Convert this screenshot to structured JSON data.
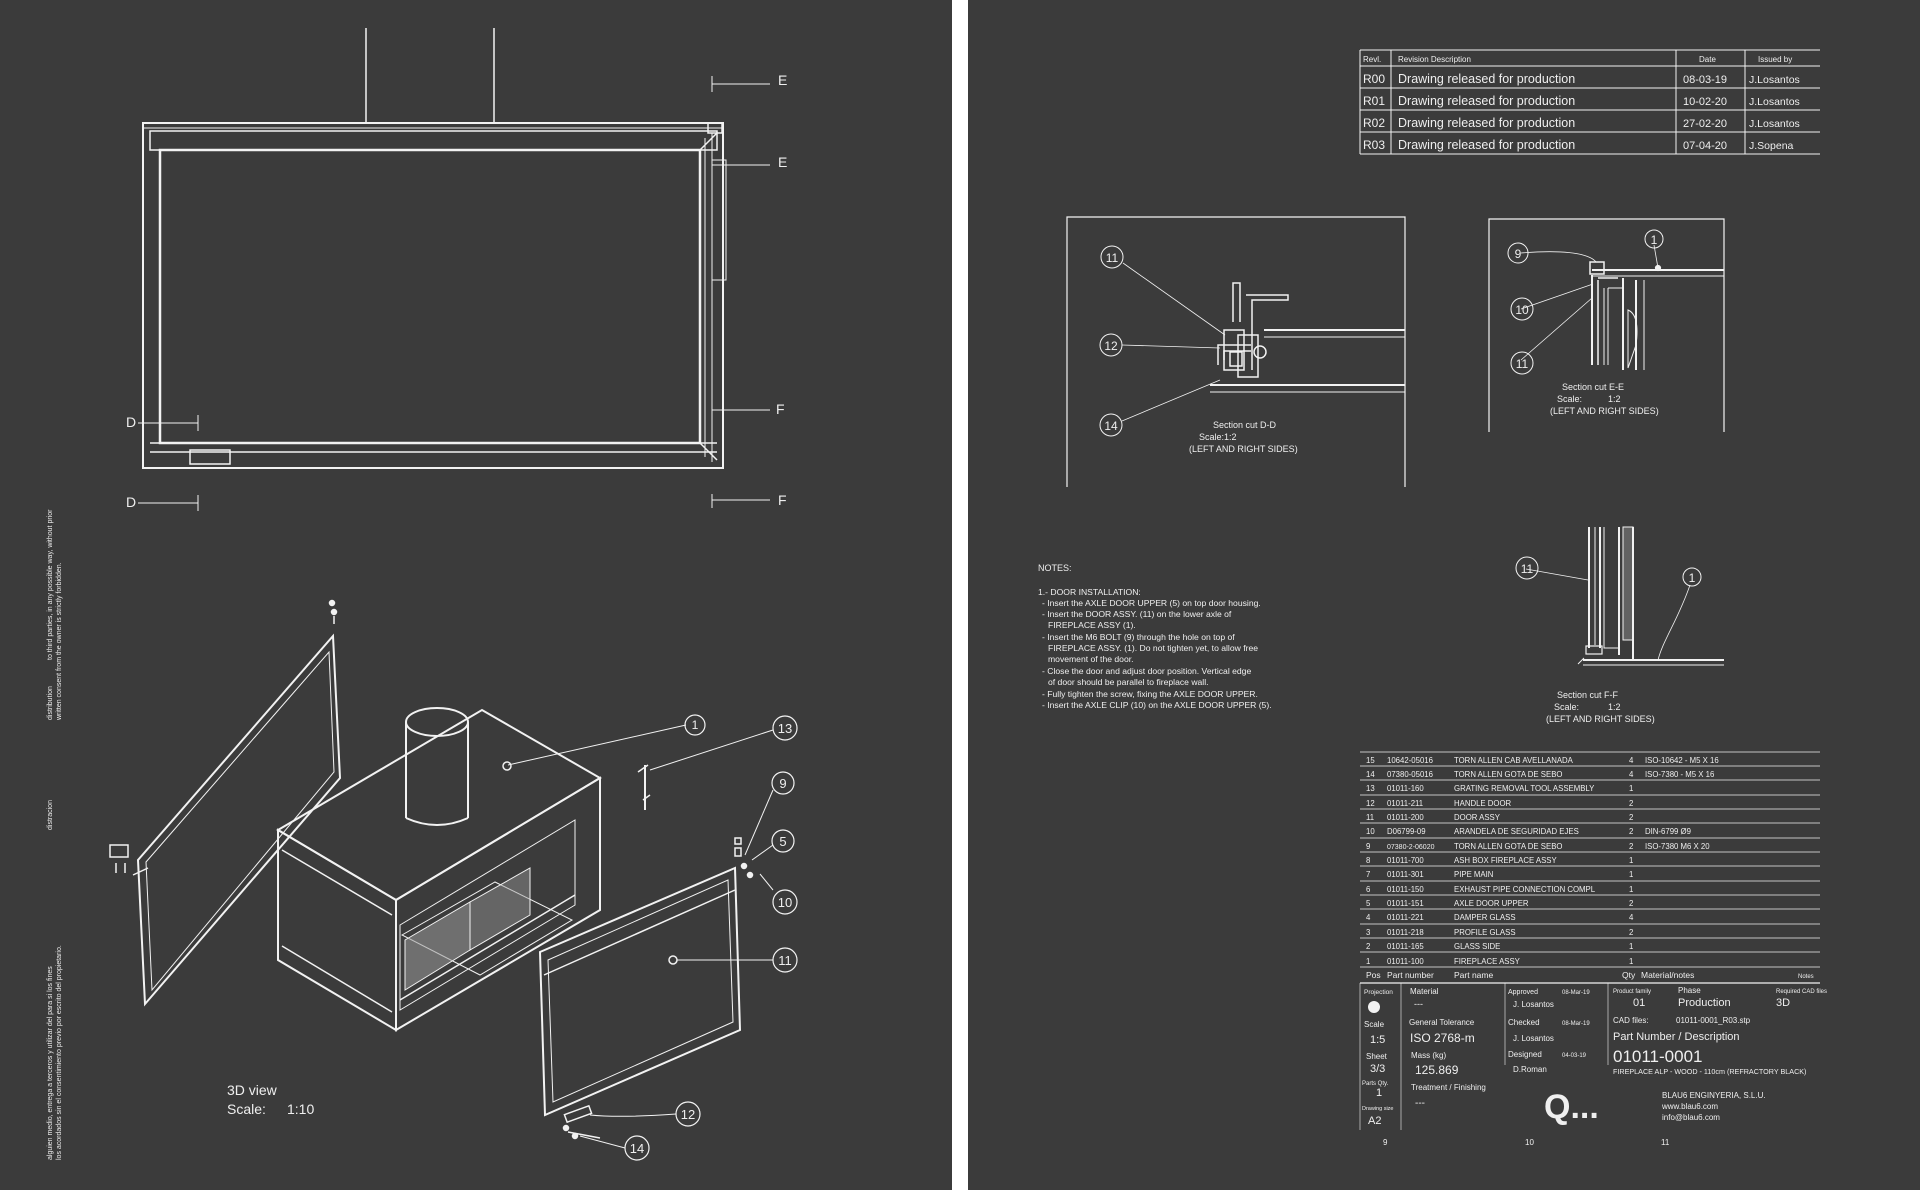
{
  "left_sheet": {
    "view_3d": {
      "label": "3D view",
      "scale_label": "Scale:",
      "scale": "1:10"
    },
    "section_markers": [
      "E",
      "E",
      "F",
      "F",
      "D",
      "D"
    ],
    "callouts": [
      "1",
      "13",
      "9",
      "5",
      "10",
      "11",
      "12",
      "14"
    ],
    "margin_notes": [
      "distribution",
      "to third parties, in any possible way, without prior",
      "written consent from the owner is strictly forbidden.",
      "distracion",
      "alguien medio, entrega a terceros y utilizar del para si los fines",
      "los acordados sin el consentimiento previo por escrito del propietario."
    ]
  },
  "revision_table": {
    "headers": [
      "Revl.",
      "Revision Description",
      "Date",
      "Issued by"
    ],
    "rows": [
      [
        "R00",
        "Drawing released for production",
        "08-03-19",
        "J.Losantos"
      ],
      [
        "R01",
        "Drawing released for production",
        "10-02-20",
        "J.Losantos"
      ],
      [
        "R02",
        "Drawing released for production",
        "27-02-20",
        "J.Losantos"
      ],
      [
        "R03",
        "Drawing released for production",
        "07-04-20",
        "J.Sopena"
      ]
    ]
  },
  "sections": {
    "dd": {
      "title": "Section cut D-D",
      "scale_label": "Scale:",
      "scale": "1:2",
      "note": "(LEFT AND RIGHT SIDES)",
      "callouts": [
        "11",
        "12",
        "14"
      ]
    },
    "ee": {
      "title": "Section cut E-E",
      "scale_label": "Scale:",
      "scale": "1:2",
      "note": "(LEFT AND RIGHT SIDES)",
      "callouts": [
        "9",
        "1",
        "10",
        "11"
      ]
    },
    "ff": {
      "title": "Section cut F-F",
      "scale_label": "Scale:",
      "scale": "1:2",
      "note": "(LEFT AND RIGHT SIDES)",
      "callouts": [
        "11",
        "1"
      ]
    }
  },
  "notes": {
    "title": "NOTES:",
    "lines": [
      "1.- DOOR INSTALLATION:",
      " - Insert the AXLE DOOR UPPER (5) on top door housing.",
      " - Insert the DOOR ASSY. (11) on the lower axle of",
      "   FIREPLACE ASSY (1).",
      " - Insert the M6 BOLT (9) through the hole on top of",
      "   FIREPLACE ASSY. (1). Do not tighten yet, to allow free",
      "   movement of the door.",
      " - Close the door and adjust door position. Vertical edge",
      "   of door should be parallel to fireplace wall.",
      " - Fully tighten the screw, fixing the AXLE DOOR UPPER.",
      " - Insert the AXLE CLIP (10) on the AXLE DOOR UPPER (5)."
    ]
  },
  "bom": {
    "rows": [
      [
        "15",
        "10642-05016",
        "TORN ALLEN CAB AVELLANADA",
        "4",
        "ISO-10642 - M5 X 16"
      ],
      [
        "14",
        "07380-05016",
        "TORN ALLEN GOTA DE SEBO",
        "4",
        "ISO-7380 - M5 X 16"
      ],
      [
        "13",
        "01011-160",
        "GRATING REMOVAL TOOL ASSEMBLY",
        "1",
        ""
      ],
      [
        "12",
        "01011-211",
        "HANDLE DOOR",
        "2",
        ""
      ],
      [
        "11",
        "01011-200",
        "DOOR ASSY",
        "2",
        ""
      ],
      [
        "10",
        "D06799-09",
        "ARANDELA DE SEGURIDAD EJES",
        "2",
        "DIN-6799 Ø9"
      ],
      [
        "9",
        "07380-2-06020",
        "TORN ALLEN GOTA DE SEBO",
        "2",
        "ISO-7380 M6 X 20"
      ],
      [
        "8",
        "01011-700",
        "ASH BOX FIREPLACE ASSY",
        "1",
        ""
      ],
      [
        "7",
        "01011-301",
        "PIPE MAIN",
        "1",
        ""
      ],
      [
        "6",
        "01011-150",
        "EXHAUST PIPE CONNECTION COMPL",
        "1",
        ""
      ],
      [
        "5",
        "01011-151",
        "AXLE DOOR UPPER",
        "2",
        ""
      ],
      [
        "4",
        "01011-221",
        "DAMPER GLASS",
        "4",
        ""
      ],
      [
        "3",
        "01011-218",
        "PROFILE GLASS",
        "2",
        ""
      ],
      [
        "2",
        "01011-165",
        "GLASS SIDE",
        "1",
        ""
      ],
      [
        "1",
        "01011-100",
        "FIREPLACE ASSY",
        "1",
        ""
      ]
    ],
    "headers": [
      "Pos",
      "Part number",
      "Part name",
      "Qty",
      "Material/notes",
      "Notes"
    ]
  },
  "title_block": {
    "projection_label": "Projection",
    "material_label": "Material",
    "material": "---",
    "approved_label": "Approved",
    "approved_date": "08-Mar-19",
    "approved_by": "J. Losantos",
    "product_family_label": "Product family",
    "product_family": "01",
    "phase_label": "Phase",
    "phase": "Production",
    "required_cad_label": "Required CAD files",
    "required_cad": "3D",
    "scale_label": "Scale",
    "scale": "1:5",
    "tolerance_label": "General Tolerance",
    "tolerance": "ISO 2768-m",
    "checked_label": "Checked",
    "checked_date": "08-Mar-19",
    "checked_by": "J. Losantos",
    "cad_files_label": "CAD files:",
    "cad_files": "01011-0001_R03.stp",
    "sheet_label": "Sheet",
    "sheet": "3/3",
    "mass_label": "Mass (kg)",
    "mass": "125.869",
    "designed_label": "Designed",
    "designed_date": "04-03-19",
    "designed_by": "D.Roman",
    "part_number_label": "Part Number / Description",
    "part_number": "01011-0001",
    "description": "FIREPLACE ALP - WOOD - 110cm (REFRACTORY BLACK)",
    "parts_qty_label": "Parts Qty.",
    "parts_qty": "1",
    "treatment_label": "Treatment / Finishing",
    "treatment": "---",
    "drawing_size_label": "Drawing size",
    "drawing_size": "A2",
    "company": "BLAU6 ENGINYERIA, S.L.U.",
    "website": "www.blau6.com",
    "email": "info@blau6.com",
    "logo_text": "Q...",
    "zones": [
      "9",
      "10",
      "11"
    ]
  },
  "colors": {
    "background": "#3b3b3b",
    "line": "#f2f2f2",
    "page_gap": "#ffffff"
  }
}
